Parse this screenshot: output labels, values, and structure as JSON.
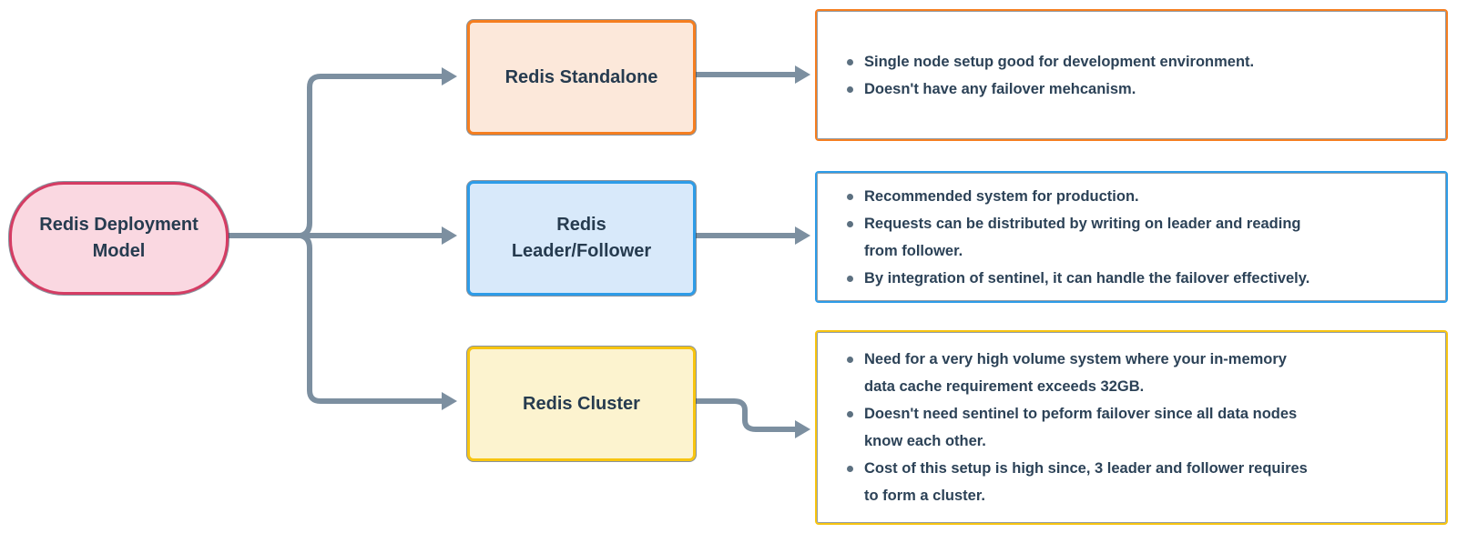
{
  "diagram_title": "Redis Deployment Model",
  "root_node": {
    "label": "Redis Deployment\nModel",
    "fill": "#FAD8E1",
    "border": "#D53C63"
  },
  "nodes": [
    {
      "label": "Redis Standalone",
      "fill": "#FCE8DA",
      "border": "#F57E20"
    },
    {
      "label": "Redis\nLeader/Follower",
      "fill": "#D8E9FA",
      "border": "#2D9CE8"
    },
    {
      "label": "Redis Cluster",
      "fill": "#FCF3CF",
      "border": "#F7C410"
    }
  ],
  "annotations": [
    {
      "border": "#F57E20",
      "bullets": [
        "Single node setup good for development environment.",
        "Doesn't have any failover mehcanism."
      ]
    },
    {
      "border": "#2D9CE8",
      "bullets": [
        "Recommended system for production.",
        "Requests can be distributed by writing on leader and reading\nfrom follower.",
        "By integration of sentinel, it can handle the failover effectively."
      ]
    },
    {
      "border": "#F7C410",
      "bullets": [
        "Need for a very high volume system where your in-memory\ndata cache requirement exceeds 32GB.",
        "Doesn't need sentinel to peform failover since all data nodes\nknow each other.",
        "Cost of this setup is high since, 3 leader and follower requires\nto form a cluster."
      ]
    }
  ],
  "colors": {
    "background": "#ffffff",
    "connector": "#7C8FA0",
    "text": "#263B4F",
    "bullet_dot": "#5C7080"
  }
}
